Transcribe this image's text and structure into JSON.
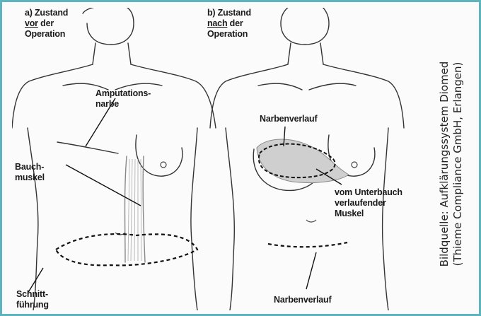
{
  "panel_a": {
    "title_prefix": "a) Zustand",
    "title_underlined": "vor",
    "title_rest": " der",
    "title_line3": "Operation",
    "label_amputation": "Amputations-\nnarbe",
    "label_muscle": "Bauch-\nmuskel",
    "label_incision": "Schnitt-\nführung"
  },
  "panel_b": {
    "title_prefix": "b) Zustand",
    "title_underlined": "nach",
    "title_rest": " der",
    "title_line3": "Operation",
    "label_scar_top": "Narbenverlauf",
    "label_muscle": "vom Unterbauch\nverlaufender\nMuskel",
    "label_scar_bottom": "Narbenverlauf"
  },
  "credit": {
    "line1": "Bildquelle: Aufklärungssystem Diomed",
    "line2": "(Thieme Compliance GmbH, Erlangen)"
  },
  "colors": {
    "border": "#5fb3be",
    "ink": "#1a1a1a",
    "shade": "#c8c8c8"
  }
}
